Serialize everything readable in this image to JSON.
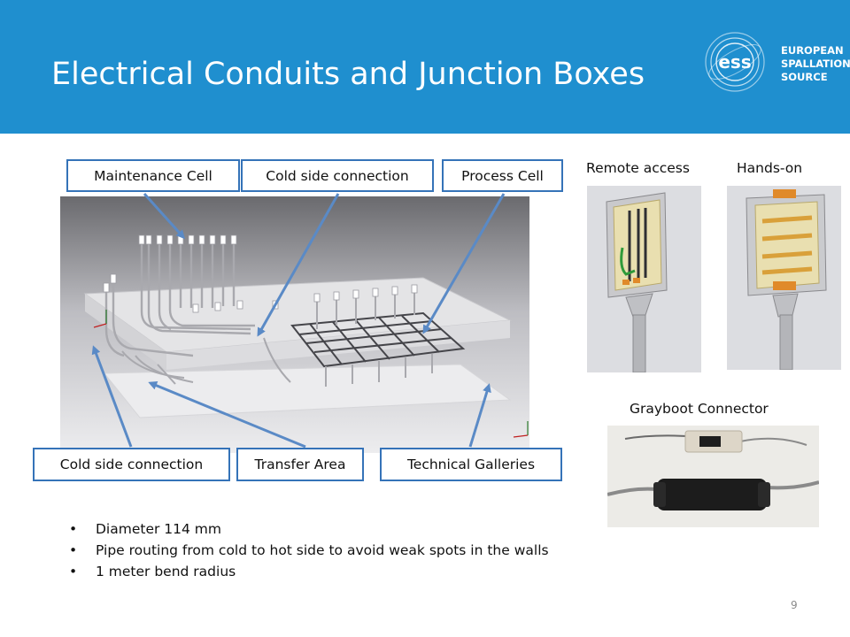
{
  "slide": {
    "title": "Electrical Conduits and Junction Boxes",
    "page_number": "9"
  },
  "logo": {
    "mark": "ess",
    "lines": [
      "EUROPEAN",
      "SPALLATION",
      "SOURCE"
    ]
  },
  "callouts": {
    "maintenance_cell": "Maintenance Cell",
    "cold_side_top": "Cold side connection",
    "process_cell": "Process Cell",
    "cold_side_bottom": "Cold side connection",
    "transfer_area": "Transfer Area",
    "technical_galleries": "Technical Galleries"
  },
  "photos": {
    "remote_access": "Remote access",
    "hands_on": "Hands-on",
    "grayboot": "Grayboot Connector"
  },
  "bullets": [
    "Diameter 114 mm",
    "Pipe routing from cold to hot side to avoid weak spots in the walls",
    "1 meter bend radius"
  ],
  "colors": {
    "header": "#1f8fcf",
    "callout_border": "#3573b8",
    "arrow": "#5a8ac6"
  }
}
